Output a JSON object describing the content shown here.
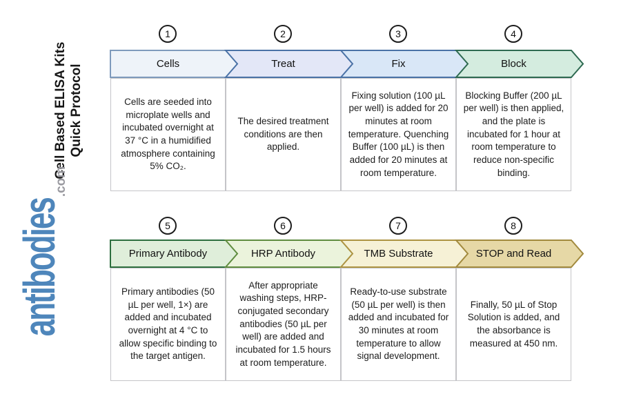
{
  "sidebar": {
    "title_line1": "Cell Based ELISA Kits",
    "title_line2": "Quick Protocol",
    "logo_text": "antibodies",
    "logo_suffix": ".com",
    "logo_color": "#4e86bb",
    "logo_suffix_color": "#9a9aa0"
  },
  "steps": [
    {
      "number": "1",
      "label": "Cells",
      "description": "Cells are seeded into microplate wells and incubated overnight at 37 °C in a humidified atmosphere containing 5% CO₂.",
      "fill": "#eef3f9",
      "stroke": "#7e9abc"
    },
    {
      "number": "2",
      "label": "Treat",
      "description": "The desired treatment conditions are then applied.",
      "fill": "#e3e7f7",
      "stroke": "#4a72a6"
    },
    {
      "number": "3",
      "label": "Fix",
      "description": "Fixing solution (100 µL per well) is added for 20 minutes at room temperature. Quenching Buffer (100 µL) is then added for 20 minutes at room temperature.",
      "fill": "#d9e7f7",
      "stroke": "#4a72a6"
    },
    {
      "number": "4",
      "label": "Block",
      "description": "Blocking Buffer (200 µL per well) is then applied, and the plate is incubated for 1 hour at room temperature to reduce non-specific binding.",
      "fill": "#d4ecdf",
      "stroke": "#2e6a51"
    },
    {
      "number": "5",
      "label": "Primary Antibody",
      "description": "Primary antibodies (50 µL per well, 1×) are added and incubated overnight at 4 °C to allow specific binding to the target antigen.",
      "fill": "#dfeeda",
      "stroke": "#2d6e3e"
    },
    {
      "number": "6",
      "label": "HRP Antibody",
      "description": "After appropriate washing steps, HRP-conjugated secondary antibodies (50 µL per well) are added and incubated for 1.5 hours at room temperature.",
      "fill": "#ebf3dc",
      "stroke": "#5f8c3f"
    },
    {
      "number": "7",
      "label": "TMB Substrate",
      "description": "Ready-to-use substrate (50 µL per well) is then added and incubated for 30 minutes at room temperature to allow signal development.",
      "fill": "#f6f1d6",
      "stroke": "#ad9342"
    },
    {
      "number": "8",
      "label": "STOP and Read",
      "description": "Finally, 50 µL of Stop Solution is added, and the absorbance is measured at 450 nm.",
      "fill": "#e6d8a6",
      "stroke": "#a28a3e"
    }
  ]
}
